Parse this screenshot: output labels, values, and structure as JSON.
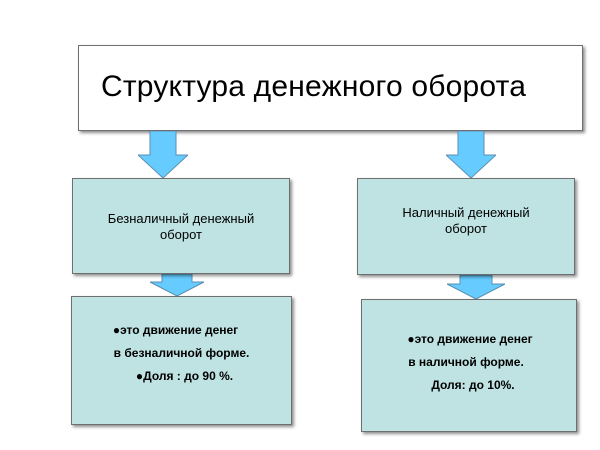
{
  "title": "Структура денежного оборота",
  "left": {
    "header_line1": "Безналичный денежный",
    "header_line2": "оборот",
    "detail_line1": "●это движение денег",
    "detail_line2": "в безналичной форме.",
    "detail_line3": "●Доля : до 90 %."
  },
  "right": {
    "header_line1": "Наличный денежный",
    "header_line2": "оборот",
    "detail_line1": "●это движение денег",
    "detail_line2": "в наличной форме.",
    "detail_line3": "Доля: до 10%."
  },
  "colors": {
    "box_fill": "#bfe3e3",
    "arrow_fill": "#66ccff",
    "border": "#6f6f6f"
  }
}
